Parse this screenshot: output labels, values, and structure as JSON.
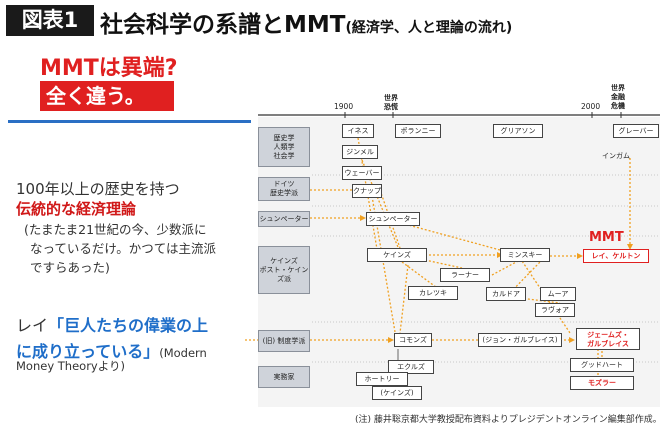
{
  "header": {
    "badge": "図表1",
    "title": "社会科学の系譜とMMT",
    "subtitle": "(経済学、人と理論の流れ)"
  },
  "left": {
    "question": "MMTは異端?",
    "answer": "全く違う。",
    "history_line": "100年以上の歴史を持つ",
    "history_bold": "伝統的な経済理論",
    "paren_lines": [
      "(たまたま21世紀の今、少数派に",
      "なっているだけ。かつては主流派",
      "ですらあった)"
    ],
    "rei_prefix": "レイ",
    "rei_quote_1": "「巨人たちの偉業の上",
    "rei_quote_2": "に成り立っている」",
    "rei_modern": "(Modern",
    "rei_modern_2": "Money Theoryより)"
  },
  "diagram": {
    "timeline": {
      "y1900": "1900",
      "y2000": "2000",
      "era1": "世界\n恐慌",
      "era2": "世界\n金融\n危機"
    },
    "schools": [
      {
        "id": "hist",
        "label": "歴史学\n人類学\n社会学"
      },
      {
        "id": "german",
        "label": "ドイツ\n歴史学派"
      },
      {
        "id": "schum",
        "label": "シュンペーター"
      },
      {
        "id": "keynes",
        "label": "ケインズ\nポスト・ケインズ派"
      },
      {
        "id": "inst",
        "label": "(旧) 制度学派"
      },
      {
        "id": "prac",
        "label": "実務家"
      }
    ],
    "nodes": {
      "innes": "イネス",
      "polanyi": "ポランニー",
      "graeber2": "グリアソン",
      "graeber": "グレーバー",
      "simmel": "ジンメル",
      "ingham": "インガム",
      "weber": "ウェーバー",
      "knapp": "クナップ",
      "schumpeter": "シュンペーター",
      "keynes": "ケインズ",
      "minsky": "ミンスキー",
      "lerner": "ラーナー",
      "kalecki": "カレツキ",
      "kaldor": "カルドア",
      "moore": "ムーア",
      "lavoie": "ラヴォア",
      "commons": "コモンズ",
      "galbraith_john": "(ジョン・ガルブレイス)",
      "galbraith_james": "ジェームズ・\nガルブレイス",
      "eccles": "エクルズ",
      "hawtrey": "ホートリー",
      "keynes2": "(ケインズ)",
      "goodhart": "グッドハート",
      "mosler": "モズラー",
      "wray_kelton": "レイ、ケルトン"
    },
    "mmt_label": "MMT"
  },
  "footnote": "(注) 藤井聡京都大学教授配布資料よりプレジデントオンライン編集部作成。",
  "colors": {
    "accent_red": "#e02020",
    "accent_blue": "#1f6ec9",
    "arrow_orange": "#f0a020"
  }
}
